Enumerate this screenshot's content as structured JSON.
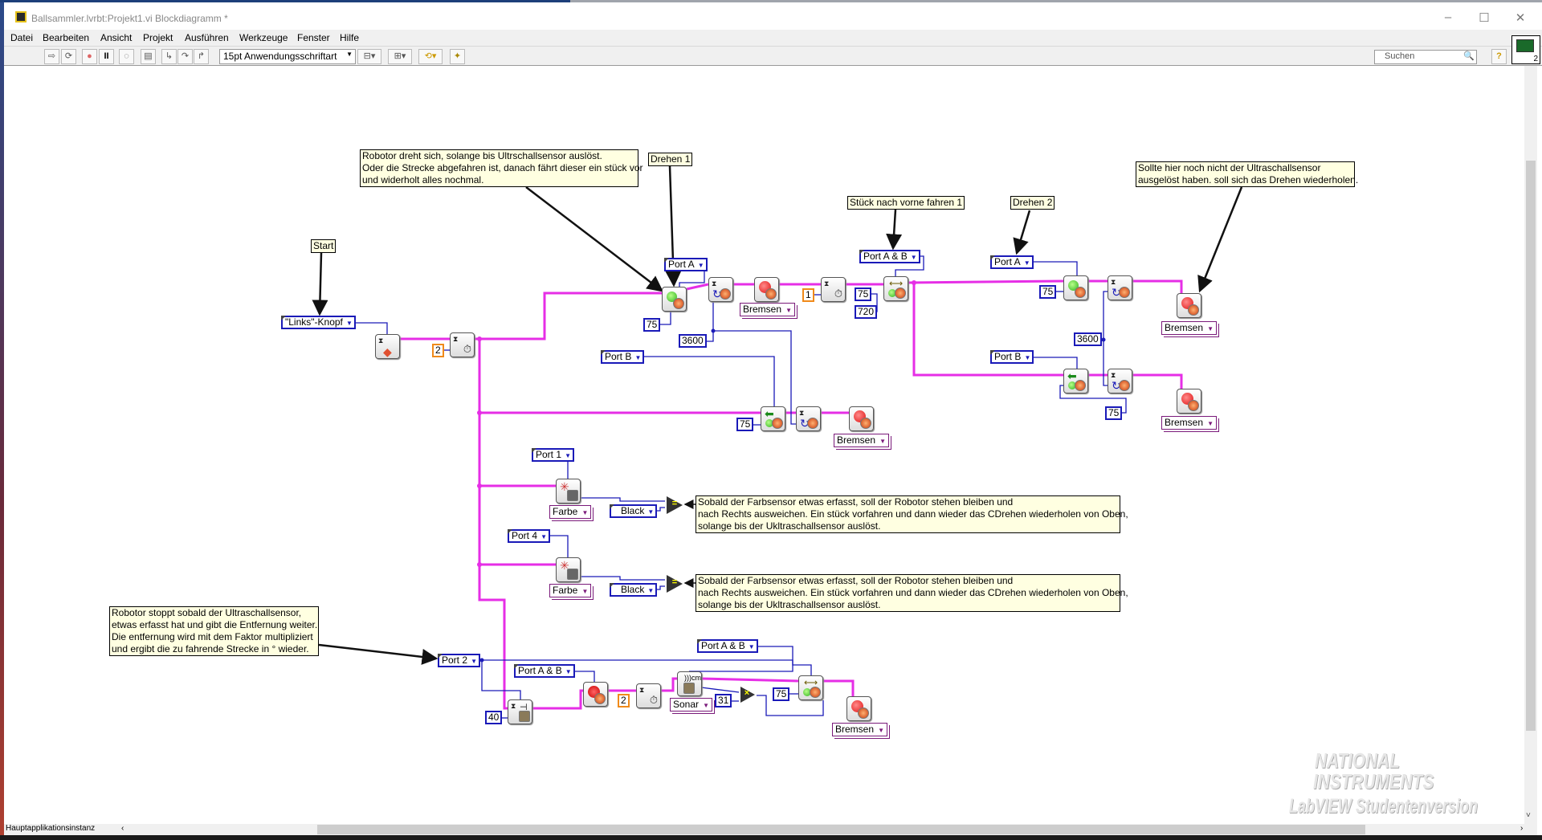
{
  "window": {
    "title": "Ballsammler.lvrbt:Projekt1.vi Blockdiagramm *",
    "minimize": "–",
    "maximize": "☐",
    "close": "✕"
  },
  "menu": [
    "Datei",
    "Bearbeiten",
    "Ansicht",
    "Projekt",
    "Ausführen",
    "Werkzeuge",
    "Fenster",
    "Hilfe"
  ],
  "toolbar": {
    "font": "15pt Anwendungsschriftart",
    "search_placeholder": "Suchen",
    "icons": [
      "run-arrow-icon",
      "run-continuous-icon",
      "abort-icon",
      "pause-icon",
      "highlight-bulb-icon",
      "retain-wire-icon",
      "step-into-icon",
      "step-over-icon",
      "step-out-icon",
      "align-icon",
      "distribute-icon",
      "reorder-icon",
      "cleanup-icon",
      "help-icon"
    ],
    "vi_icon_badge": "2"
  },
  "comments": {
    "start": "Start",
    "drehen1": "Drehen 1",
    "drehen2": "Drehen 2",
    "stueck": "Stück nach vorne fahren 1",
    "robot_turn": [
      "Robotor dreht sich, solange bis Ultrschallsensor auslöst.",
      "Oder die Strecke abgefahren ist, danach fährt dieser ein stück vor",
      "und widerholt alles nochmal."
    ],
    "sollte": [
      "Sollte hier noch nicht der Ultraschallsensor",
      "ausgelöst haben. soll sich das Drehen wiederholen."
    ],
    "farb": [
      "Sobald der Farbsensor etwas erfasst, soll der Robotor stehen bleiben und",
      "nach Rechts ausweichen. Ein stück vorfahren und dann wieder das CDrehen wiederholen von Oben,",
      "solange bis der Ukltraschallsensor auslöst."
    ],
    "ultra": [
      "Robotor stoppt sobald der Ultraschallsensor,",
      "etwas erfasst hat und gibt die Entfernung weiter.",
      "Die entfernung wird mit dem Faktor multipliziert",
      "und ergibt die zu fahrende Strecke in ° wieder."
    ]
  },
  "rings": {
    "links_knopf": "\"Links\"-Knopf",
    "port_a": "Port A",
    "port_b": "Port B",
    "port_ab": "Port A & B",
    "port_1": "Port 1",
    "port_4": "Port 4",
    "port_2": "Port 2",
    "black": "Black"
  },
  "enums": {
    "bremsen": "Bremsen",
    "farbe": "Farbe",
    "sonar": "Sonar"
  },
  "constants": {
    "c2": "2",
    "c1": "1",
    "c75": "75",
    "c3600": "3600",
    "c720": "720",
    "c40": "40",
    "c31": "31"
  },
  "operators": {
    "equal": "=",
    "multiply": "×"
  },
  "status": {
    "instance": "Hauptapplikationsinstanz",
    "left_arrow": "‹",
    "right_arrow": "›",
    "down_arrow": "˅"
  },
  "watermark": {
    "line1": "NATIONAL",
    "line2": "INSTRUMENTS",
    "line3": "LabVIEW Studentenversion"
  },
  "colors": {
    "error_wire": "#e62ee6",
    "numeric_wire": "#1a1ab8",
    "comment_bg": "#ffffe1",
    "enum_border": "#7a1a7a",
    "constant_i32": "#f08a1a"
  }
}
